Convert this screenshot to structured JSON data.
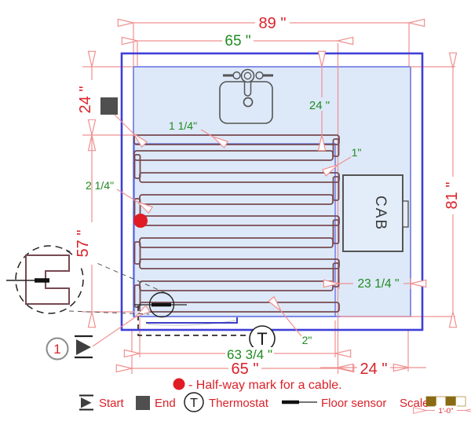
{
  "dims": {
    "top_total_width": "89 \"",
    "top_mat_width": "65 \"",
    "left_top_offset": "24 \"",
    "left_mat_height": "57 \"",
    "right_room_height": "81 \"",
    "sink_zone_height": "24 \"",
    "cab_side_gap": "23 1/4 \"",
    "bottom_cable_width": "63 3/4 \"",
    "bottom_mat_width": "65 \"",
    "bottom_right_offset": "24 \""
  },
  "annotations": {
    "first_run_gap": "1 1/4\"",
    "turn_gap": "1\"",
    "run_spacing": "2 1/4\"",
    "last_run_gap": "2\""
  },
  "labels": {
    "cabinet": "CAB",
    "thermostat_symbol": "T",
    "callout_number": "1"
  },
  "legend": {
    "halfway_note": "- Half-way mark for a cable.",
    "start": "Start",
    "end": "End",
    "thermostat": "Thermostat",
    "thermostat_symbol": "T",
    "floor_sensor": "Floor sensor",
    "scale": "Scale",
    "scale_value": "1'-0\""
  },
  "colors": {
    "dimension_line": "#f09090",
    "dimension_text_red": "#da2129",
    "dimension_text_green": "#1f8b1f",
    "room_outline": "#3f3fd8",
    "mat_fill": "#dde9f8",
    "cable": "#774a52",
    "marker_gray": "#4f4f4f",
    "scale_bar_brown": "#8a6a14"
  }
}
